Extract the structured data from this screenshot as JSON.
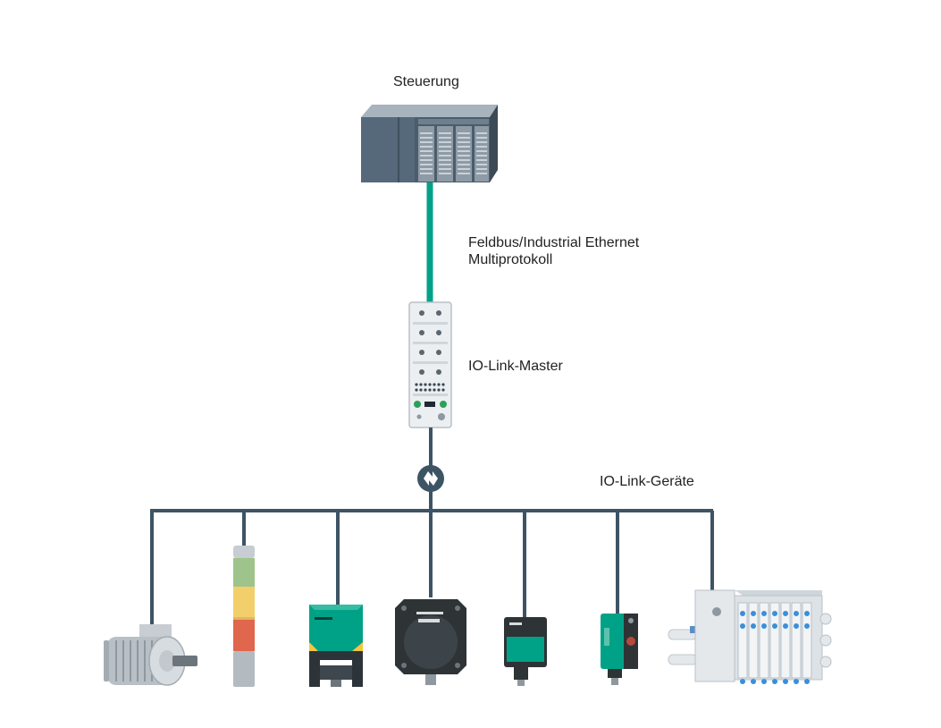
{
  "labels": {
    "controller": "Steuerung",
    "fieldbus_line1": "Feldbus/Industrial Ethernet",
    "fieldbus_line2": "Multiprotokoll",
    "master": "IO-Link-Master",
    "devices": "IO-Link-Geräte"
  },
  "colors": {
    "fieldbus_cable": "#00a287",
    "iolink_cable": "#3d5464",
    "controller_body": "#4b5d6c",
    "sensor_green": "#00a287",
    "signal_tower_red": "#e0664d",
    "signal_tower_yellow": "#f2cf6b",
    "signal_tower_green": "#9ec48b"
  },
  "devices": [
    {
      "name": "motor",
      "icon": "electric-motor-icon"
    },
    {
      "name": "signal-tower",
      "icon": "signal-tower-icon"
    },
    {
      "name": "inductive-sensor",
      "icon": "inductive-sensor-icon"
    },
    {
      "name": "rfid-read-head",
      "icon": "rfid-read-head-icon"
    },
    {
      "name": "photoelectric-sensor",
      "icon": "photoelectric-sensor-icon"
    },
    {
      "name": "distance-sensor",
      "icon": "distance-sensor-icon"
    },
    {
      "name": "valve-terminal",
      "icon": "valve-terminal-icon"
    }
  ]
}
